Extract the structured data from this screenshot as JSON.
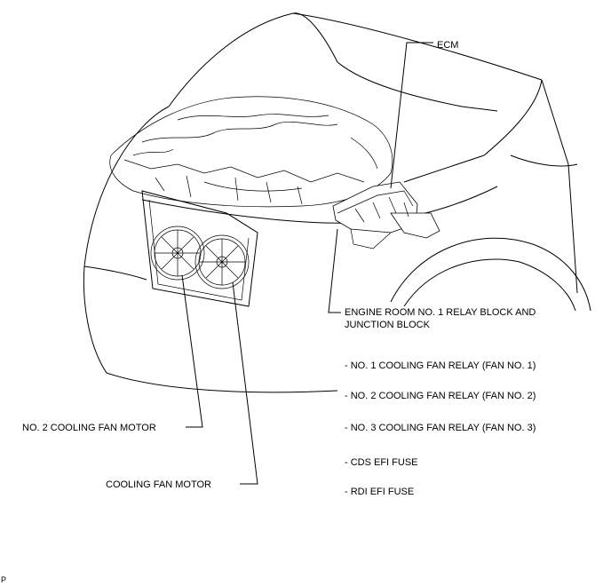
{
  "labels": {
    "ecm": "ECM",
    "relay_block_line1": "ENGINE ROOM NO. 1 RELAY BLOCK AND",
    "relay_block_line2": "JUNCTION BLOCK",
    "items": [
      "- NO. 1 COOLING FAN RELAY (FAN NO. 1)",
      "- NO. 2 COOLING FAN RELAY (FAN NO. 2)",
      "- NO. 3 COOLING FAN RELAY (FAN NO. 3)",
      "- CDS EFI FUSE",
      "- RDI EFI FUSE"
    ],
    "fan_motor_2": "NO. 2 COOLING FAN MOTOR",
    "fan_motor": "COOLING FAN MOTOR",
    "corner_mark": "P"
  }
}
